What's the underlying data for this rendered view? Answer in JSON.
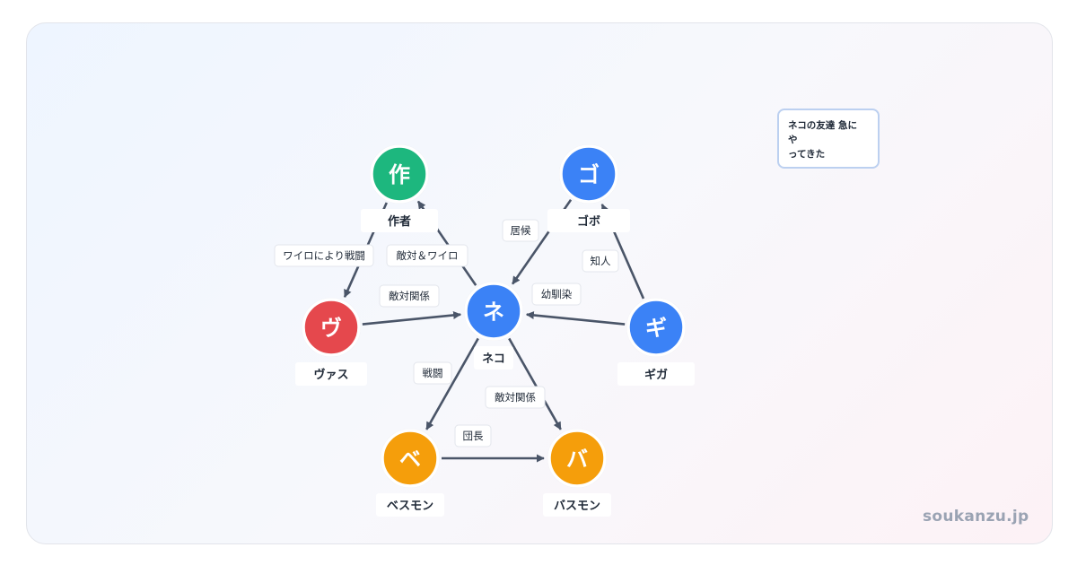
{
  "nodes": [
    {
      "id": "saku",
      "initial": "作",
      "name": "作者",
      "color": "#1db77e"
    },
    {
      "id": "gobo",
      "initial": "ゴ",
      "name": "ゴボ",
      "color": "#3b82f6"
    },
    {
      "id": "vas",
      "initial": "ヴ",
      "name": "ヴァス",
      "color": "#e5484d"
    },
    {
      "id": "neko",
      "initial": "ネ",
      "name": "ネコ",
      "color": "#3b82f6"
    },
    {
      "id": "giga",
      "initial": "ギ",
      "name": "ギガ",
      "color": "#3b82f6"
    },
    {
      "id": "besu",
      "initial": "ベ",
      "name": "ベスモン",
      "color": "#f59e0b"
    },
    {
      "id": "basu",
      "initial": "バ",
      "name": "バスモン",
      "color": "#f59e0b"
    }
  ],
  "edges": [
    {
      "from": "saku",
      "to": "vas",
      "label": "ワイロにより戦闘"
    },
    {
      "from": "neko",
      "to": "saku",
      "label": "敵対＆ワイロ"
    },
    {
      "from": "vas",
      "to": "neko",
      "label": "敵対関係"
    },
    {
      "from": "gobo",
      "to": "neko",
      "label": "居候"
    },
    {
      "from": "giga",
      "to": "gobo",
      "label": "知人"
    },
    {
      "from": "giga",
      "to": "neko",
      "label": "幼馴染"
    },
    {
      "from": "neko",
      "to": "besu",
      "label": "戦闘"
    },
    {
      "from": "neko",
      "to": "basu",
      "label": "敵対関係"
    },
    {
      "from": "besu",
      "to": "basu",
      "label": "団長"
    }
  ],
  "note": {
    "text": "ネコの友達 急に\nや\nってきた"
  },
  "watermark": "soukanzu.jp"
}
